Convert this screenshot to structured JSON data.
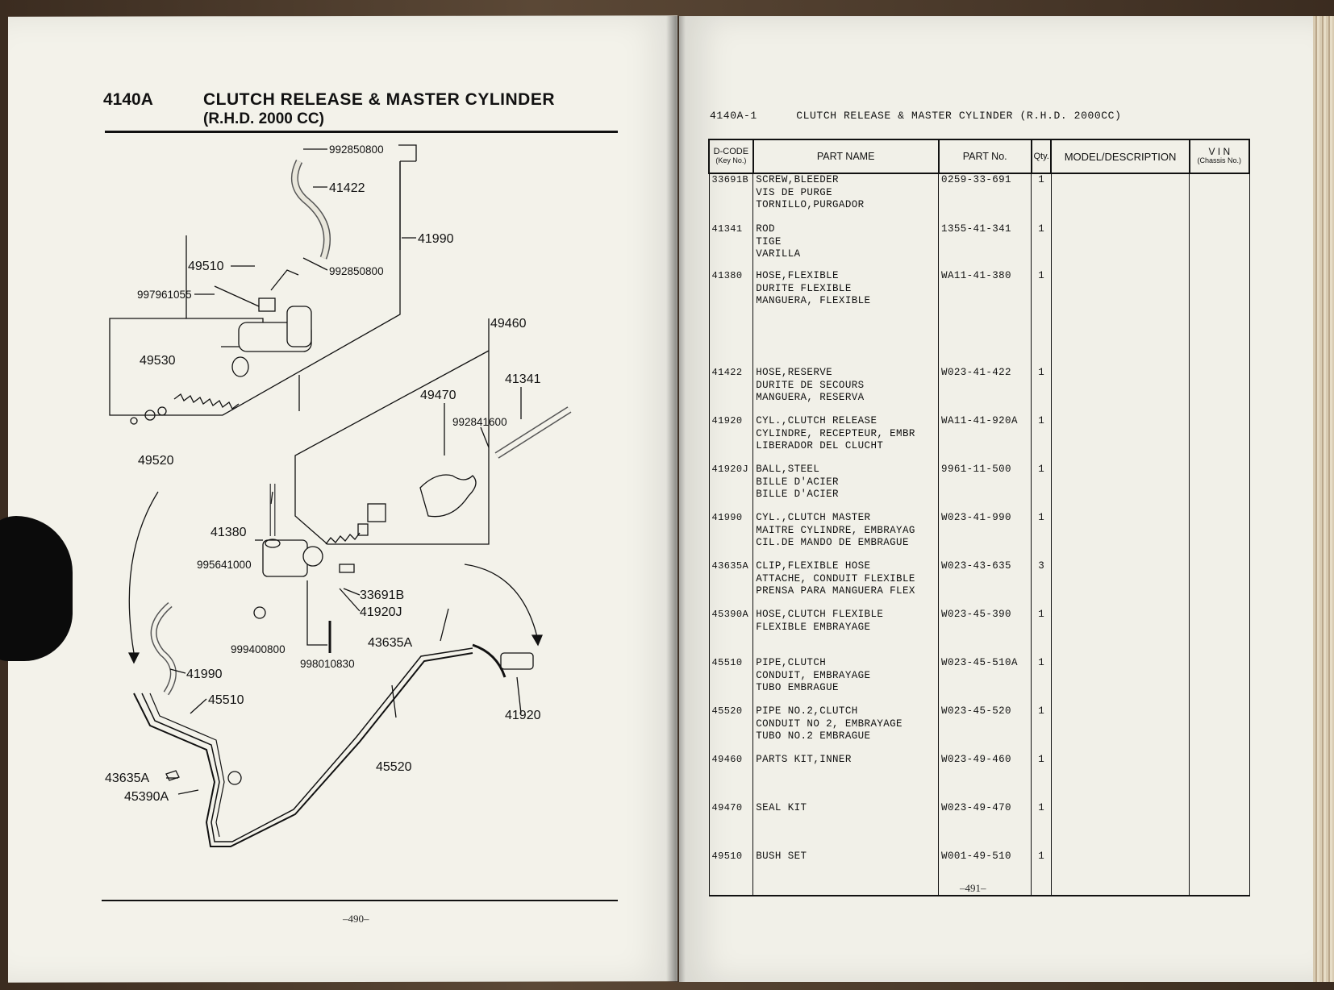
{
  "left_page": {
    "section_code": "4140A",
    "title_line1": "CLUTCH RELEASE & MASTER CYLINDER",
    "title_line2": "(R.H.D. 2000 CC)",
    "page_number": "–490–",
    "callouts": [
      "992850800",
      "41422",
      "41990",
      "49510",
      "992850800",
      "997961055",
      "49460",
      "49530",
      "41341",
      "49470",
      "992841600",
      "49520",
      "41380",
      "995641000",
      "33691B",
      "41920J",
      "999400800",
      "998010830",
      "43635A",
      "41990",
      "45510",
      "41920",
      "45520",
      "43635A",
      "45390A"
    ]
  },
  "right_page": {
    "header_code": "4140A-1",
    "header_title": "CLUTCH RELEASE & MASTER CYLINDER (R.H.D. 2000CC)",
    "columns": {
      "dcode_line1": "D-CODE",
      "dcode_line2": "(Key No.)",
      "part_name": "PART NAME",
      "part_no": "PART No.",
      "qty": "Qty.",
      "model": "MODEL/DESCRIPTION",
      "vin_line1": "V I N",
      "vin_line2": "(Chassis No.)"
    },
    "rows": [
      {
        "code": "33691B",
        "name": [
          "SCREW,BLEEDER",
          "VIS DE PURGE",
          "TORNILLO,PURGADOR"
        ],
        "part_no": "0259-33-691",
        "qty": "1"
      },
      {
        "code": "41341",
        "name": [
          "ROD",
          "TIGE",
          "VARILLA"
        ],
        "part_no": "1355-41-341",
        "qty": "1"
      },
      {
        "code": "41380",
        "name": [
          "HOSE,FLEXIBLE",
          "DURITE FLEXIBLE",
          "MANGUERA, FLEXIBLE"
        ],
        "part_no": "WA11-41-380",
        "qty": "1"
      },
      {
        "code": "41422",
        "name": [
          "HOSE,RESERVE",
          "DURITE DE SECOURS",
          "MANGUERA, RESERVA"
        ],
        "part_no": "W023-41-422",
        "qty": "1"
      },
      {
        "code": "41920",
        "name": [
          "CYL.,CLUTCH RELEASE",
          "CYLINDRE, RECEPTEUR, EMBR",
          "LIBERADOR DEL CLUCHT"
        ],
        "part_no": "WA11-41-920A",
        "qty": "1"
      },
      {
        "code": "41920J",
        "name": [
          "BALL,STEEL",
          "BILLE D'ACIER",
          "BILLE D'ACIER"
        ],
        "part_no": "9961-11-500",
        "qty": "1"
      },
      {
        "code": "41990",
        "name": [
          "CYL.,CLUTCH MASTER",
          "MAITRE CYLINDRE, EMBRAYAG",
          "CIL.DE MANDO DE EMBRAGUE"
        ],
        "part_no": "W023-41-990",
        "qty": "1"
      },
      {
        "code": "43635A",
        "name": [
          "CLIP,FLEXIBLE HOSE",
          "ATTACHE, CONDUIT FLEXIBLE",
          "PRENSA PARA MANGUERA FLEX"
        ],
        "part_no": "W023-43-635",
        "qty": "3"
      },
      {
        "code": "45390A",
        "name": [
          "HOSE,CLUTCH FLEXIBLE",
          "FLEXIBLE EMBRAYAGE"
        ],
        "part_no": "W023-45-390",
        "qty": "1"
      },
      {
        "code": "45510",
        "name": [
          "PIPE,CLUTCH",
          "CONDUIT, EMBRAYAGE",
          "TUBO EMBRAGUE"
        ],
        "part_no": "W023-45-510A",
        "qty": "1"
      },
      {
        "code": "45520",
        "name": [
          "PIPE NO.2,CLUTCH",
          "CONDUIT NO 2, EMBRAYAGE",
          "TUBO NO.2 EMBRAGUE"
        ],
        "part_no": "W023-45-520",
        "qty": "1"
      },
      {
        "code": "49460",
        "name": [
          "PARTS KIT,INNER"
        ],
        "part_no": "W023-49-460",
        "qty": "1"
      },
      {
        "code": "49470",
        "name": [
          "SEAL KIT"
        ],
        "part_no": "W023-49-470",
        "qty": "1"
      },
      {
        "code": "49510",
        "name": [
          "BUSH SET"
        ],
        "part_no": "W001-49-510",
        "qty": "1"
      }
    ],
    "page_number": "–491–"
  }
}
